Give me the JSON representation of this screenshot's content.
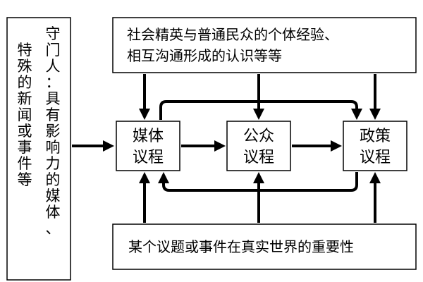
{
  "left_box": {
    "col1": [
      "特",
      "殊",
      "的",
      "新",
      "闻",
      "或",
      "事",
      "件",
      "等"
    ],
    "col2": [
      "守",
      "门",
      "人",
      "：",
      "具",
      "有",
      "影",
      "响",
      "力",
      "的",
      "媒",
      "体",
      "、"
    ]
  },
  "top_box": {
    "line1": "社会精英与普通民众的个体经验、",
    "line2": "相互沟通形成的认识等等"
  },
  "bottom_box": {
    "text": "某个议题或事件在真实世界的重要性"
  },
  "nodes": {
    "media": [
      "媒体",
      "议程"
    ],
    "public": [
      "公众",
      "议程"
    ],
    "policy": [
      "政策",
      "议程"
    ]
  }
}
